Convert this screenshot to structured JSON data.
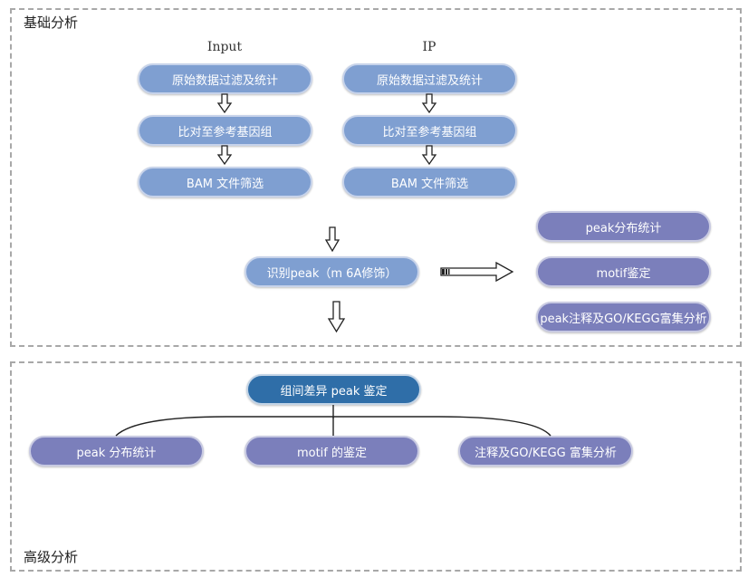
{
  "basic": {
    "title": "基础分析",
    "input_column": {
      "title": "Input",
      "steps": [
        "原始数据过滤及统计",
        "比对至参考基因组",
        "BAM 文件筛选"
      ]
    },
    "ip_column": {
      "title": "IP",
      "steps": [
        "原始数据过滤及统计",
        "比对至参考基因组",
        "BAM 文件筛选"
      ]
    },
    "peak_calling": "识别peak（m 6A修饰）",
    "outputs": [
      "peak分布统计",
      "motif鉴定",
      "peak注释及GO/KEGG富集分析"
    ]
  },
  "advanced": {
    "title": "高级分析",
    "root": "组间差异 peak 鉴定",
    "children": [
      "peak 分布统计",
      "motif 的鉴定",
      "注释及GO/KEGG 富集分析"
    ]
  },
  "colors": {
    "light_node": "#7f9fd1",
    "purple_node": "#7b7fbb",
    "dark_node": "#2f6ea8",
    "dashed_border": "#a8a8a8"
  }
}
